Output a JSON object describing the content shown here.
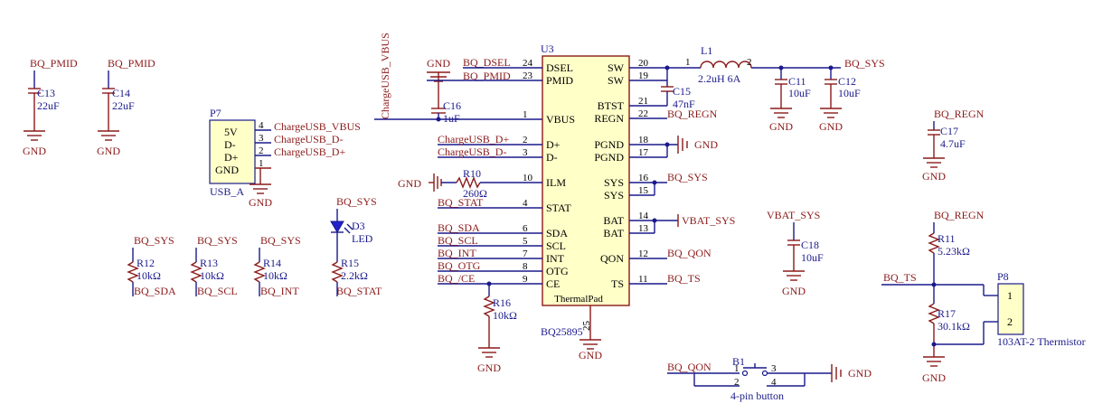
{
  "net": {
    "bq_pmid": "BQ_PMID",
    "gnd": "GND",
    "bq_dsel": "BQ_DSEL",
    "bq_pmid_pin": "BQ_PMID",
    "chargeusb_vbus_vert": "ChargeUSB_VBUS",
    "chargeusb_vbus": "ChargeUSB_VBUS",
    "chargeusb_dm": "ChargeUSB_D-",
    "chargeusb_dp": "ChargeUSB_D+",
    "chargeusb_dp_ic": "ChargeUSB_D+",
    "chargeusb_dm_ic": "ChargeUSB_D-",
    "bq_stat": "BQ_STAT",
    "bq_sda": "BQ_SDA",
    "bq_scl": "BQ_SCL",
    "bq_int": "BQ_INT",
    "bq_otg": "BQ_OTG",
    "bq_ce": "BQ_/CE",
    "bq_sys": "BQ_SYS",
    "bq_regn": "BQ_REGN",
    "vbat_sys": "VBAT_SYS",
    "bq_qon": "BQ_QON",
    "bq_ts": "BQ_TS"
  },
  "components": {
    "c13": {
      "ref": "C13",
      "value": "22uF"
    },
    "c14": {
      "ref": "C14",
      "value": "22uF"
    },
    "c16": {
      "ref": "C16",
      "value": "1uF"
    },
    "c15": {
      "ref": "C15",
      "value": "47nF"
    },
    "c11": {
      "ref": "C11",
      "value": "10uF"
    },
    "c12": {
      "ref": "C12",
      "value": "10uF"
    },
    "c17": {
      "ref": "C17",
      "value": "4.7uF"
    },
    "c18": {
      "ref": "C18",
      "value": "10uF"
    },
    "l1": {
      "ref": "L1",
      "value": "2.2uH 6A"
    },
    "r10": {
      "ref": "R10",
      "value": "260Ω"
    },
    "r11": {
      "ref": "R11",
      "value": "5.23kΩ"
    },
    "r12": {
      "ref": "R12",
      "value": "10kΩ"
    },
    "r13": {
      "ref": "R13",
      "value": "10kΩ"
    },
    "r14": {
      "ref": "R14",
      "value": "10kΩ"
    },
    "r15": {
      "ref": "R15",
      "value": "2.2kΩ"
    },
    "r16": {
      "ref": "R16",
      "value": "10kΩ"
    },
    "r17": {
      "ref": "R17",
      "value": "30.1kΩ"
    },
    "d3": {
      "ref": "D3",
      "value": "LED"
    },
    "b1": {
      "ref": "B1",
      "value": "4-pin button"
    },
    "p7": {
      "ref": "P7",
      "value": "USB_A",
      "pins": [
        "5V",
        "D-",
        "D+",
        "GND"
      ]
    },
    "p8": {
      "ref": "P8",
      "value": "103AT-2 Thermistor"
    },
    "u3": {
      "ref": "U3",
      "value": "BQ25895",
      "center_label": "ThermalPad"
    }
  },
  "u3_left_pins": [
    {
      "name": "DSEL",
      "num": "24"
    },
    {
      "name": "PMID",
      "num": "23"
    },
    {
      "name": "VBUS",
      "num": "1"
    },
    {
      "name": "D+",
      "num": "2"
    },
    {
      "name": "D-",
      "num": "3"
    },
    {
      "name": "ILM",
      "num": "10"
    },
    {
      "name": "STAT",
      "num": "4"
    },
    {
      "name": "SDA",
      "num": "6"
    },
    {
      "name": "SCL",
      "num": "5"
    },
    {
      "name": "INT",
      "num": "7"
    },
    {
      "name": "OTG",
      "num": "8"
    },
    {
      "name": "CE",
      "num": "9"
    }
  ],
  "u3_right_pins": [
    {
      "name": "SW",
      "num": "20"
    },
    {
      "name": "SW",
      "num": "19"
    },
    {
      "name": "BTST",
      "num": "21"
    },
    {
      "name": "REGN",
      "num": "22"
    },
    {
      "name": "PGND",
      "num": "18"
    },
    {
      "name": "PGND",
      "num": "17"
    },
    {
      "name": "SYS",
      "num": "16"
    },
    {
      "name": "SYS",
      "num": "15"
    },
    {
      "name": "BAT",
      "num": "14"
    },
    {
      "name": "BAT",
      "num": "13"
    },
    {
      "name": "QON",
      "num": "12"
    },
    {
      "name": "TS",
      "num": "11"
    }
  ],
  "u3_bottom_pin": "25",
  "pin_numbers": {
    "p7_1": "1",
    "p7_2": "2",
    "p7_3": "3",
    "p7_4": "4",
    "l1_1": "1",
    "l1_2": "2",
    "b1_1": "1",
    "b1_2": "2",
    "b1_3": "3",
    "b1_4": "4",
    "p8_1": "1",
    "p8_2": "2"
  }
}
